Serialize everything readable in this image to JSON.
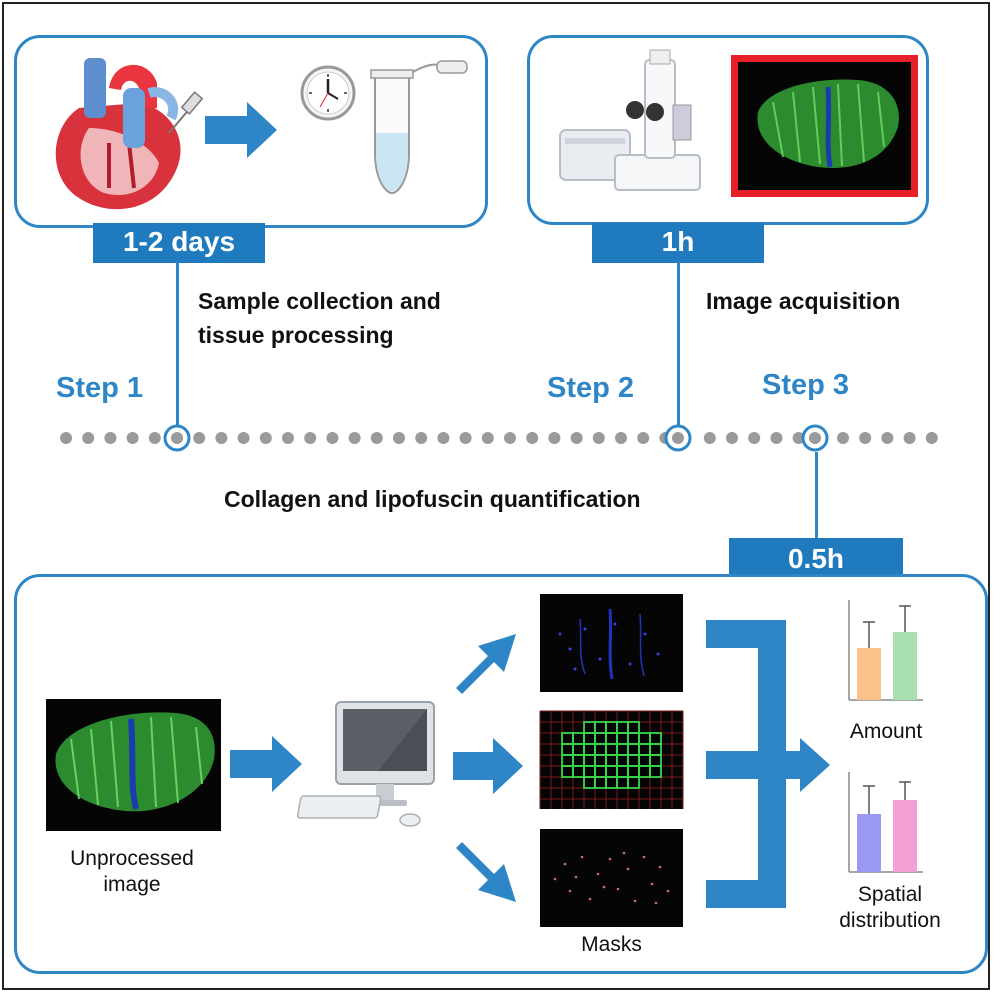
{
  "steps": {
    "step1": {
      "label": "Step 1",
      "duration": "1-2 days",
      "description_line1": "Sample collection and",
      "description_line2": "tissue processing"
    },
    "step2": {
      "label": "Step 2",
      "duration": "1h",
      "description": "Image acquisition"
    },
    "step3": {
      "label": "Step 3",
      "duration": "0.5h",
      "description": "Collagen and lipofuscin quantification"
    }
  },
  "analysis": {
    "input_label_line1": "Unprocessed",
    "input_label_line2": "image",
    "masks_label": "Masks",
    "output1_label": "Amount",
    "output2_label_line1": "Spatial",
    "output2_label_line2": "distribution"
  },
  "colors": {
    "accent": "#2f86c6",
    "tab": "#1f7bbd",
    "dot": "#9a9a9a",
    "bar_orange": "#f9c28a",
    "bar_green": "#a9dfae",
    "bar_blue": "#9a9af2",
    "bar_pink": "#f2a0d4",
    "frame_red": "#e8202a"
  },
  "icons": [
    "heart-icon",
    "syringe-icon",
    "clock-icon",
    "tube-icon",
    "microscope-icon",
    "computer-icon"
  ]
}
